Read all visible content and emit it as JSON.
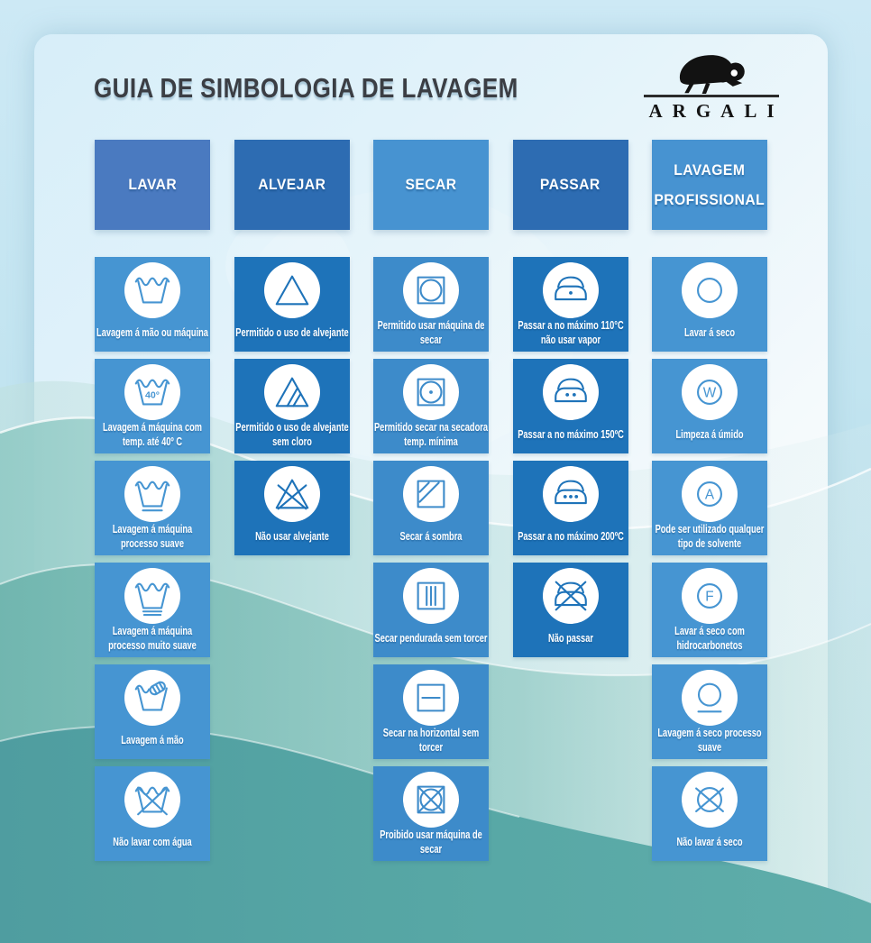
{
  "title": "GUIA DE SIMBOLOGIA DE LAVAGEM",
  "brand": {
    "name": "ARGALI",
    "logo_icon": "ram-logo-icon"
  },
  "colors": {
    "background_top": "#cde9f5",
    "wave_teal_light": "#93cbc6",
    "wave_teal_mid": "#6fb5ae",
    "wave_teal_dark": "#4f9da0",
    "header_muted_blue": "#4a7ac0",
    "header_dark_blue": "#2d6cb2",
    "header_light_blue": "#4793d1",
    "cell_light_blue": "#4695d2",
    "cell_medium_blue": "#3d8bca",
    "cell_dark_blue": "#1e73b9",
    "title_color": "#3b3e44"
  },
  "columns": [
    {
      "id": "lavar",
      "label": "LAVAR",
      "header_color": "#4a7ac0",
      "cell_color": "#4695d2",
      "cells": [
        {
          "icon": "washtub-icon",
          "label": "Lavagem á mão ou máquina"
        },
        {
          "icon": "washtub-40-icon",
          "label": "Lavagem á máquina com temp. até 40º C"
        },
        {
          "icon": "washtub-underline-icon",
          "label": "Lavagem á máquina processo suave"
        },
        {
          "icon": "washtub-double-underline-icon",
          "label": "Lavagem á máquina processo muito suave"
        },
        {
          "icon": "handwash-icon",
          "label": "Lavagem á mão"
        },
        {
          "icon": "washtub-crossed-icon",
          "label": "Não lavar com água"
        }
      ]
    },
    {
      "id": "alvejar",
      "label": "ALVEJAR",
      "header_color": "#2d6cb2",
      "cell_color": "#1e73b9",
      "cells": [
        {
          "icon": "triangle-icon",
          "label": "Permitido o uso de alvejante"
        },
        {
          "icon": "triangle-striped-icon",
          "label": "Permitido o uso de alvejante sem cloro"
        },
        {
          "icon": "triangle-crossed-icon",
          "label": "Não usar alvejante"
        }
      ]
    },
    {
      "id": "secar",
      "label": "SECAR",
      "header_color": "#4793d1",
      "cell_color": "#3d8bca",
      "cells": [
        {
          "icon": "square-circle-icon",
          "label": "Permitido usar máquina de secar"
        },
        {
          "icon": "square-circle-dot-icon",
          "label": "Permitido secar na secadora temp. mínima"
        },
        {
          "icon": "square-shade-icon",
          "label": "Secar á sombra"
        },
        {
          "icon": "square-vertical-lines-icon",
          "label": "Secar pendurada sem torcer"
        },
        {
          "icon": "square-horizontal-line-icon",
          "label": "Secar na horizontal sem torcer"
        },
        {
          "icon": "square-circle-crossed-icon",
          "label": "Proibido usar máquina de secar"
        }
      ]
    },
    {
      "id": "passar",
      "label": "PASSAR",
      "header_color": "#2d6cb2",
      "cell_color": "#1e73b9",
      "cells": [
        {
          "icon": "iron-1dot-icon",
          "label": "Passar a no máximo 110°C não usar vapor"
        },
        {
          "icon": "iron-2dots-icon",
          "label": "Passar a no máximo 150ºC"
        },
        {
          "icon": "iron-3dots-icon",
          "label": "Passar a no máximo 200ºC"
        },
        {
          "icon": "iron-crossed-icon",
          "label": "Não passar"
        }
      ]
    },
    {
      "id": "lavagem-profissional",
      "label": "LAVAGEM PROFISSIONAL",
      "header_color": "#4793d1",
      "cell_color": "#4695d2",
      "cells": [
        {
          "icon": "circle-icon",
          "label": "Lavar á seco"
        },
        {
          "icon": "circle-w-icon",
          "label": "Limpeza á úmido"
        },
        {
          "icon": "circle-a-icon",
          "label": "Pode ser utilizado qualquer tipo de solvente"
        },
        {
          "icon": "circle-f-icon",
          "label": "Lavar á seco com hidrocarbonetos"
        },
        {
          "icon": "circle-underline-icon",
          "label": "Lavagem á seco processo suave"
        },
        {
          "icon": "circle-crossed-icon",
          "label": "Não lavar á seco"
        }
      ]
    }
  ]
}
